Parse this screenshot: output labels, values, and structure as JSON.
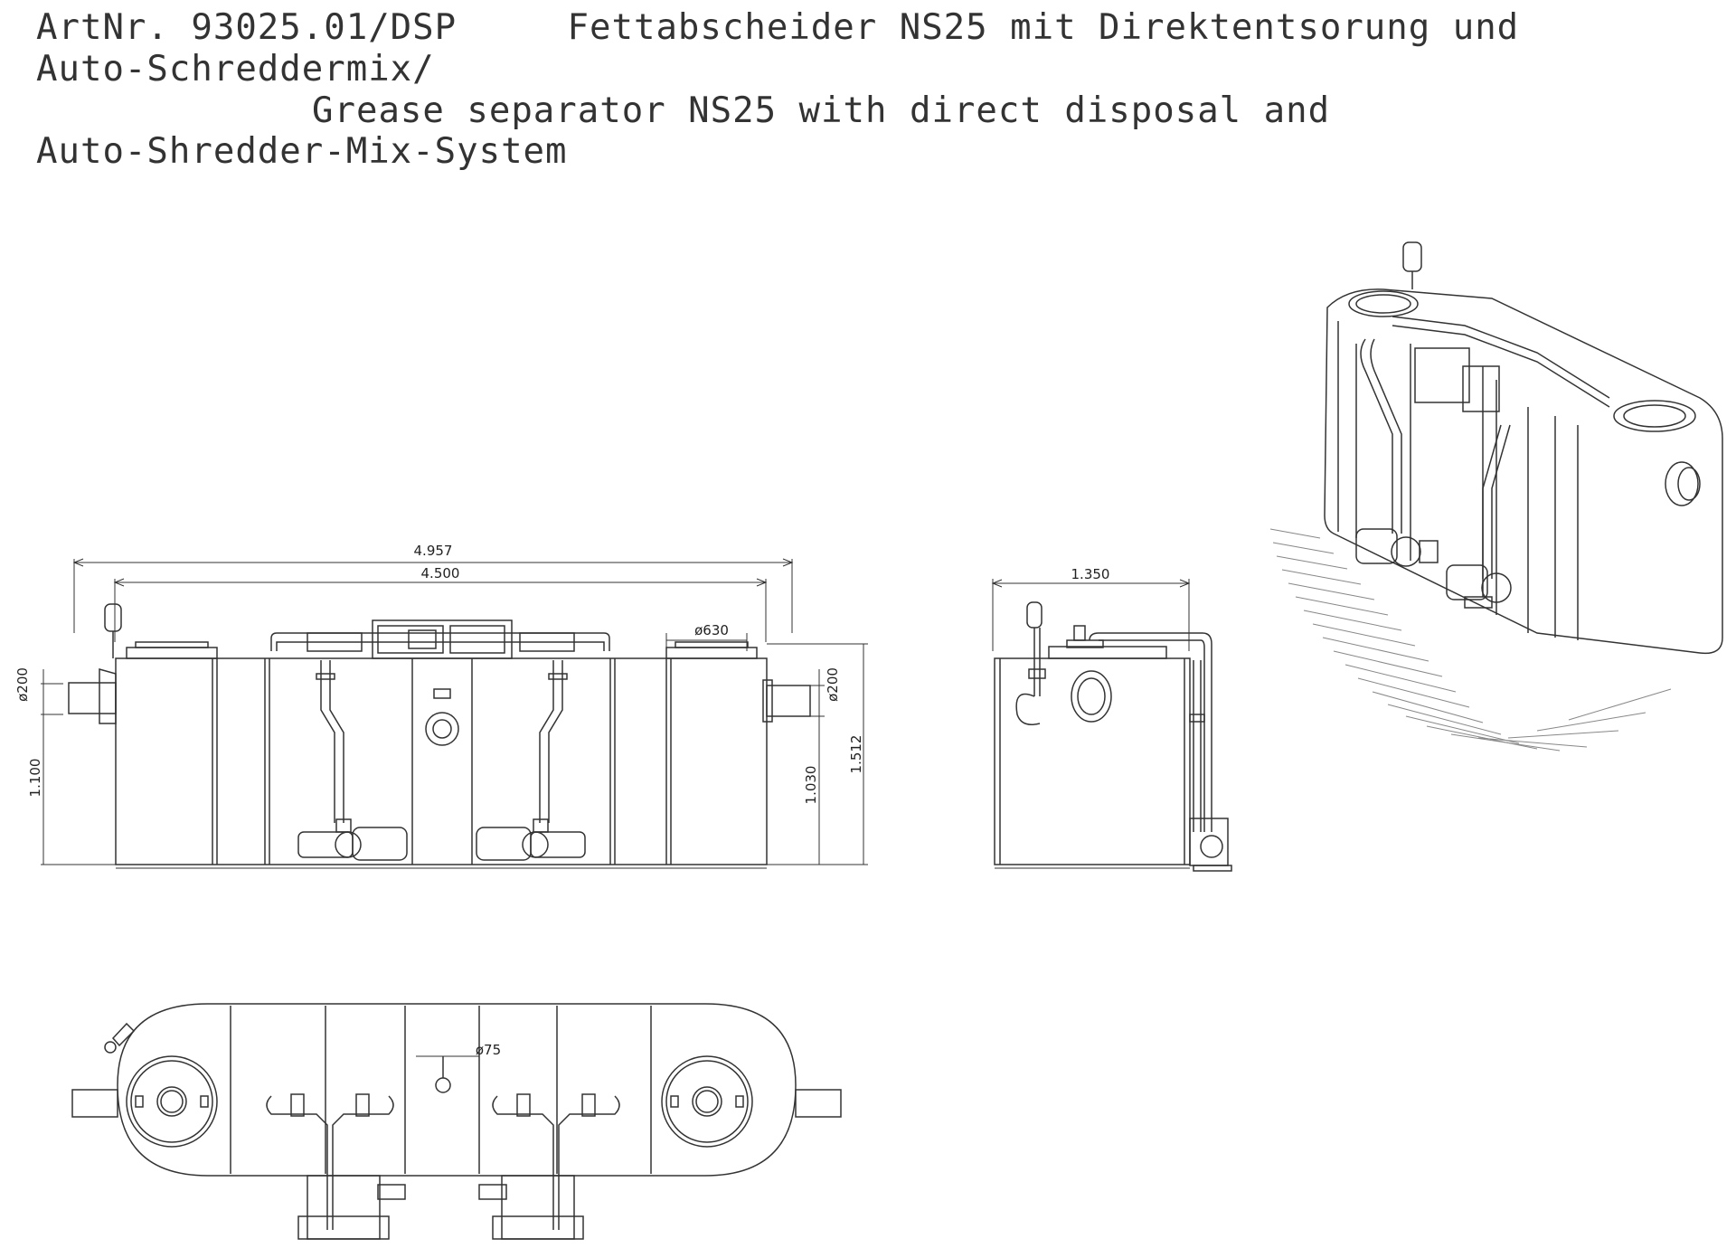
{
  "title": {
    "line1": "ArtNr. 93025.01/DSP     Fettabscheider NS25 mit Direktentsorung und",
    "line2": "Auto-Schreddermix/",
    "line3": "Grease separator NS25 with direct disposal and",
    "line4": "Auto-Shredder-Mix-System"
  },
  "dimensions": {
    "overall_length": "4.957",
    "tank_length": "4.500",
    "cover_diameter": "ø630",
    "inlet_diameter": "ø200",
    "outlet_diameter": "ø200",
    "inlet_height": "1.100",
    "outlet_height": "1.030",
    "total_height": "1.512",
    "width": "1.350",
    "vent_diameter": "ø75"
  }
}
